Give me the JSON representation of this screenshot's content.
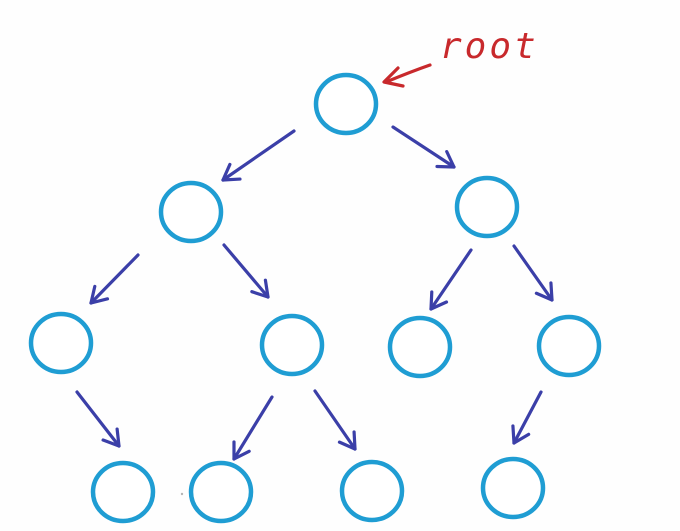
{
  "diagram": {
    "root_label": "root",
    "colors": {
      "node_stroke": "#1f9dd3",
      "edge": "#3b3fa8",
      "annotation": "#c8292c"
    },
    "nodes": [
      {
        "id": "n0",
        "level": 0
      },
      {
        "id": "n1",
        "level": 1
      },
      {
        "id": "n2",
        "level": 1
      },
      {
        "id": "n3",
        "level": 2
      },
      {
        "id": "n4",
        "level": 2
      },
      {
        "id": "n5",
        "level": 2
      },
      {
        "id": "n6",
        "level": 2
      },
      {
        "id": "n7",
        "level": 3
      },
      {
        "id": "n8",
        "level": 3
      },
      {
        "id": "n9",
        "level": 3
      },
      {
        "id": "n10",
        "level": 3
      }
    ],
    "edges": [
      {
        "from": "n0",
        "to": "n1"
      },
      {
        "from": "n0",
        "to": "n2"
      },
      {
        "from": "n1",
        "to": "n3"
      },
      {
        "from": "n1",
        "to": "n4"
      },
      {
        "from": "n2",
        "to": "n5"
      },
      {
        "from": "n2",
        "to": "n6"
      },
      {
        "from": "n3",
        "to": "n7"
      },
      {
        "from": "n4",
        "to": "n8"
      },
      {
        "from": "n4",
        "to": "n9"
      },
      {
        "from": "n6",
        "to": "n10"
      }
    ]
  }
}
